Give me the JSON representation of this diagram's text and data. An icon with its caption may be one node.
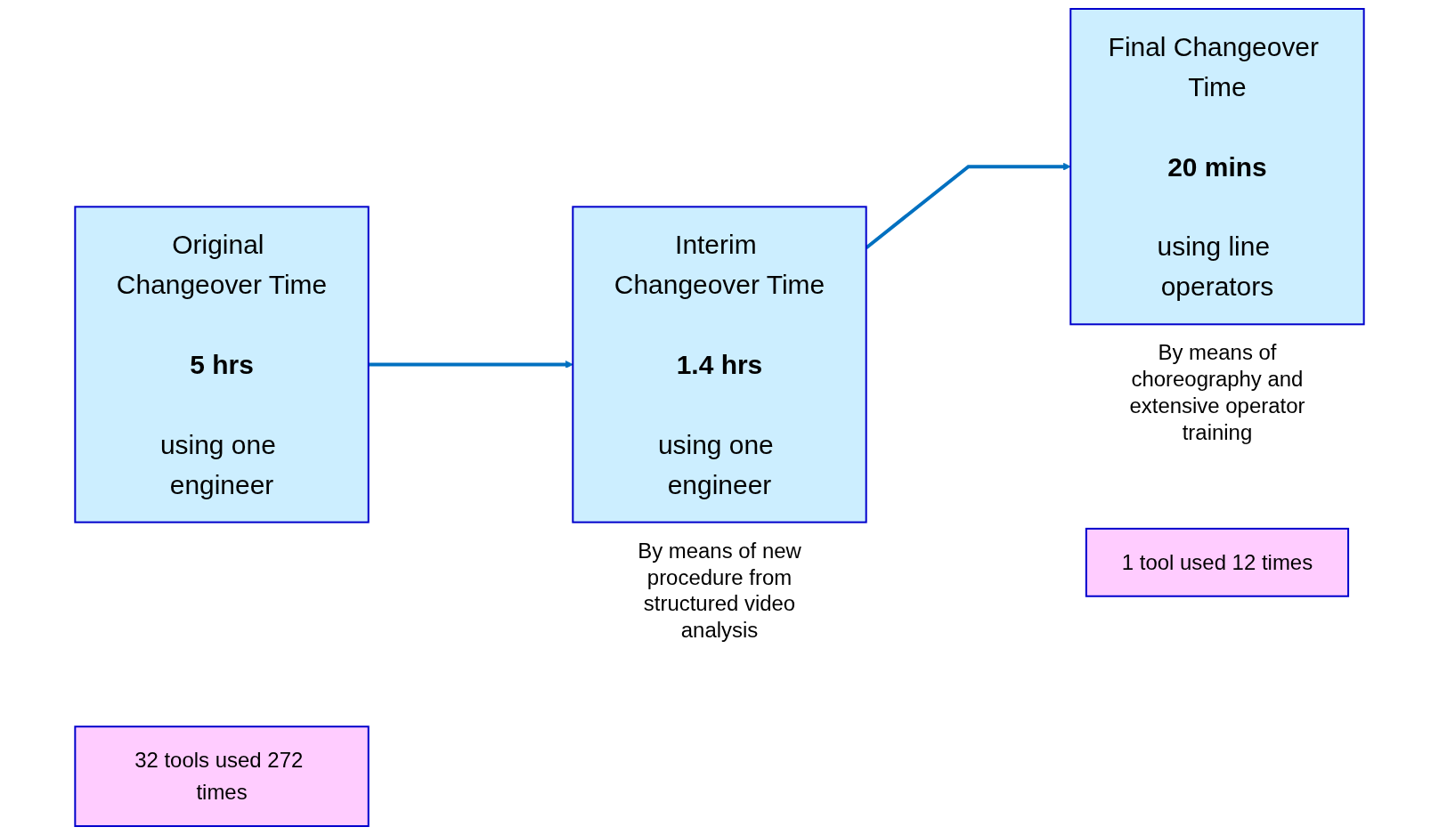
{
  "diagram": {
    "nodes": [
      {
        "text": [
          "Original Changeover Time",
          "5 hrs",
          "using one engineer"
        ]
      },
      {
        "text": [
          "Interim Changeover Time",
          "1.4 hrs",
          "using one engineer"
        ],
        "beside": [
          "By means of new procedure from structured video analysis"
        ]
      },
      {
        "text": [
          "Final Changeover Time",
          "20 mins",
          "using line operators"
        ],
        "beside": [
          "By means of choreography and extensive operator training"
        ]
      },
      {
        "text": [
          "32 tools used 272 times"
        ]
      },
      {
        "text": [
          "1 tool used 12 times"
        ]
      }
    ],
    "edges": [
      {
        "from": 0,
        "to": 1,
        "arrow": "to"
      },
      {
        "from": 1,
        "to": 2,
        "arrow": "to"
      }
    ]
  }
}
